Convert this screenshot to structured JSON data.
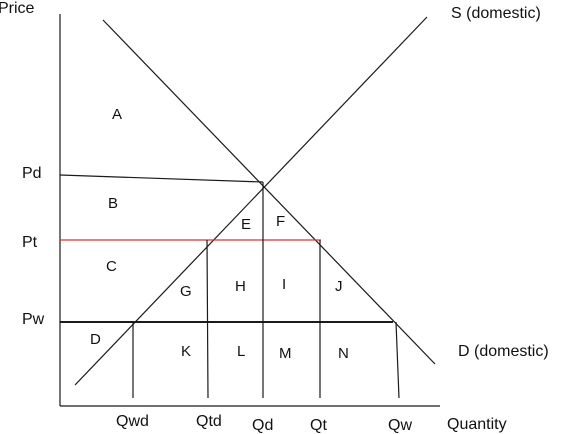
{
  "axes": {
    "y_label": "Price",
    "x_label": "Quantity"
  },
  "curves": {
    "supply": "S (domestic)",
    "demand": "D (domestic)"
  },
  "price_levels": {
    "pd": "Pd",
    "pt": "Pt",
    "pw": "Pw"
  },
  "quantities": {
    "qwd": "Qwd",
    "qtd": "Qtd",
    "qd": "Qd",
    "qt": "Qt",
    "qw": "Qw"
  },
  "areas": {
    "a": "A",
    "b": "B",
    "c": "C",
    "d": "D",
    "e": "E",
    "f": "F",
    "g": "G",
    "h": "H",
    "i": "I",
    "j": "J",
    "k": "K",
    "l": "L",
    "m": "M",
    "n": "N"
  },
  "colors": {
    "lines": "#1a1a1a",
    "tariff_price_line": "#e03030"
  }
}
